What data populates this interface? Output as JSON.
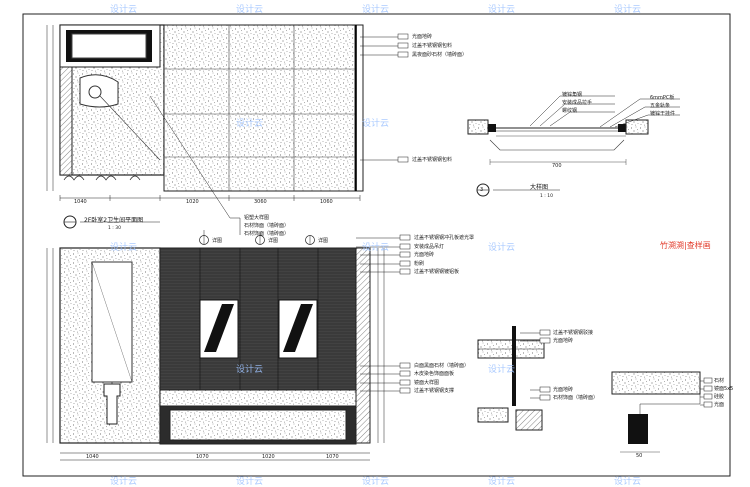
{
  "watermark": "设计云",
  "stamp": "竹溯溯|查样画",
  "plan": {
    "title": "2F卧室2卫生间平面图",
    "scale": "1 : 30",
    "labels": [
      "光面地砖",
      "过盖不锈钢钢包料",
      "黑夜面砂石材（墙砖面）",
      "过盖不锈钢钢包料"
    ],
    "callouts": [
      "铝塑大样图",
      "石材饰面（墙砖面）",
      "石材饰面（墙砖面）"
    ],
    "dims": [
      "1040",
      "1020",
      "3060",
      "1060"
    ]
  },
  "elevation": {
    "bubbles": [
      "详图",
      "详图",
      "详图"
    ],
    "labels": [
      "过盖不锈钢钢冲孔板遮光罩",
      "安装成品吊灯",
      "光面地砖",
      "粉刷",
      "过盖不锈钢钢镀铝板",
      "白面黑面石材（墙砖面）",
      "木皮染色饰面面板",
      "镜面大样图",
      "过盖不锈钢钢支撑"
    ],
    "dims": [
      "1040",
      "1070",
      "1020",
      "1070"
    ]
  },
  "detail3": {
    "number": "3",
    "title": "大样图",
    "scale": "1 : 10",
    "labels": [
      "镀锌角钢",
      "安装成品拉手",
      "螺纹钢",
      "6mmPC板",
      "五金轨条",
      "镀锌干挂件"
    ],
    "dim": "700"
  },
  "detailA": {
    "labels": [
      "过盖不锈钢钢驳接",
      "光面地砖",
      "光面地砖",
      "石材饰面（墙砖面）"
    ]
  },
  "detailB": {
    "labels": [
      "石材",
      "镜面5x5",
      "硅胶",
      "光面"
    ],
    "dim": "50"
  }
}
